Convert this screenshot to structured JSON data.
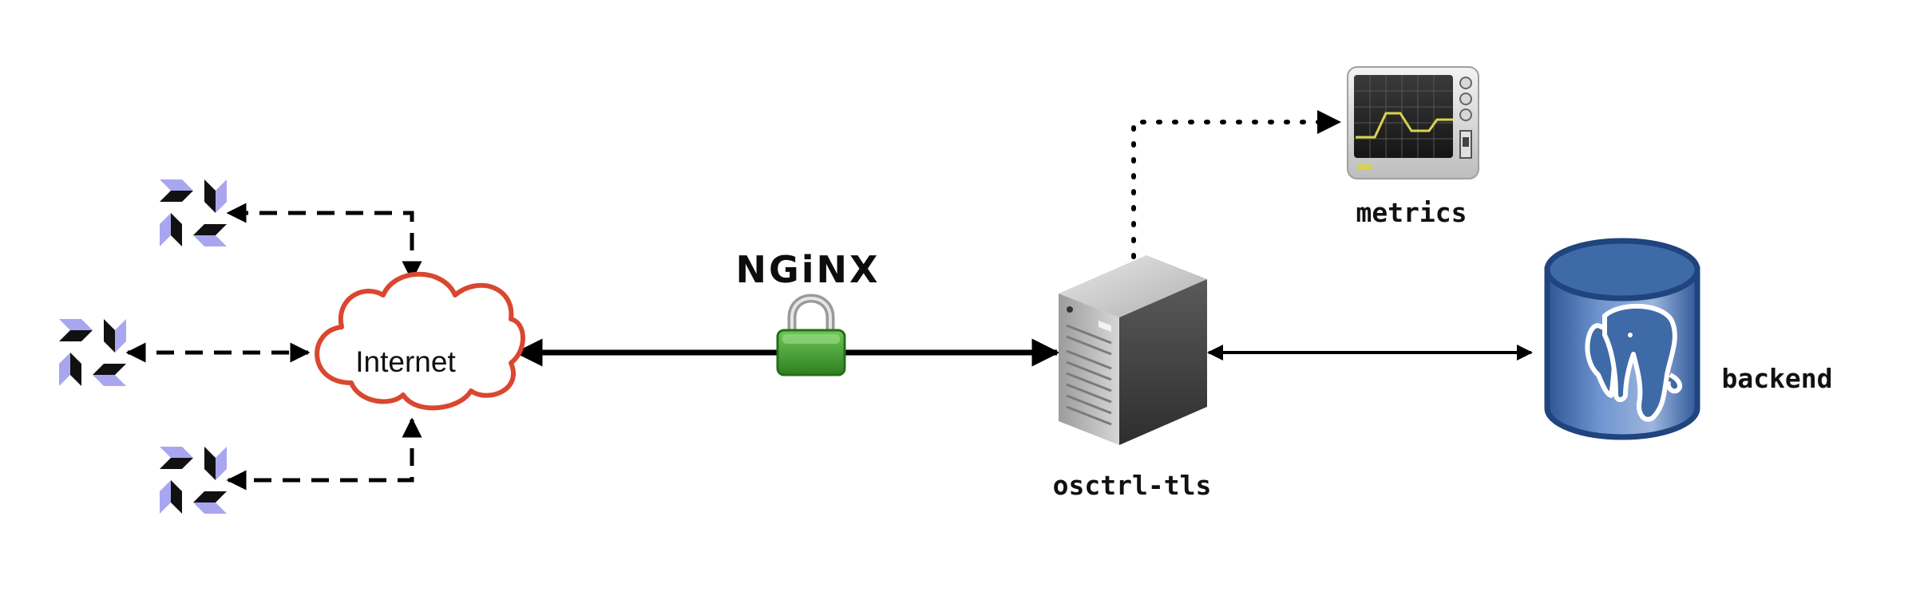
{
  "nodes": {
    "internet": {
      "label": "Internet",
      "color": "#d9472f"
    },
    "proxy": {
      "label": "NGiNX"
    },
    "server": {
      "label": "osctrl-tls"
    },
    "metrics": {
      "label": "metrics"
    },
    "database": {
      "label": "backend"
    }
  },
  "colors": {
    "client_purple": "#a9a6f0",
    "client_black": "#111111",
    "lock_green": "#3e9c2e",
    "db_blue": "#3f6aa8",
    "monitor_trace": "#d8d44a",
    "edge": "#000000"
  },
  "icons": [
    "osquery-client-icon",
    "cloud-icon",
    "padlock-icon",
    "server-tower-icon",
    "activity-monitor-icon",
    "postgresql-database-icon"
  ]
}
